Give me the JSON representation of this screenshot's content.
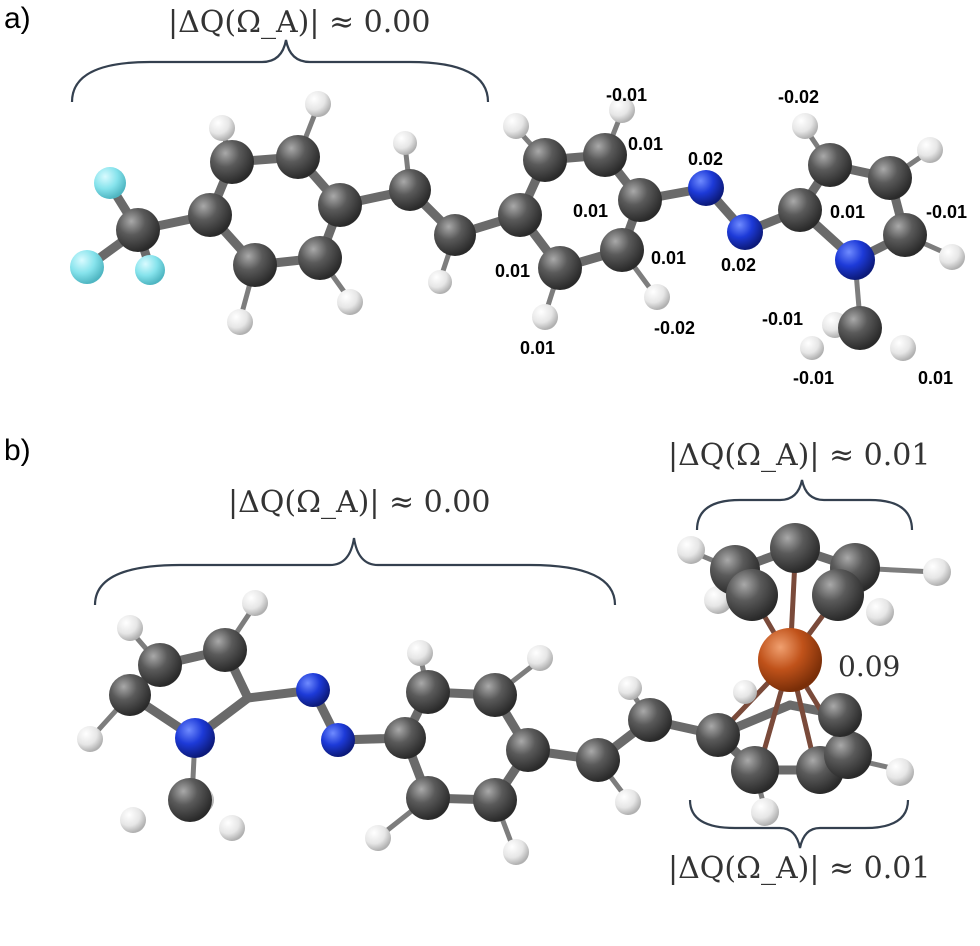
{
  "panels": [
    {
      "label": "a)",
      "annotations": [
        "|ΔQ(Ω_A)| ≈ 0.00"
      ],
      "charges": [
        "-0.01",
        "0.01",
        "0.02",
        "-0.02",
        "0.01",
        "0.01",
        "-0.01",
        "0.01",
        "0.01",
        "0.02",
        "-0.01",
        "0.01",
        "-0.02",
        "-0.01",
        "0.01"
      ]
    },
    {
      "label": "b)",
      "annotations": [
        "|ΔQ(Ω_A)| ≈ 0.00",
        "|ΔQ(Ω_A)| ≈ 0.01",
        "|ΔQ(Ω_A)| ≈ 0.01"
      ],
      "fe_charge": "0.09"
    }
  ],
  "colors": {
    "carbon": "#4a4a4a",
    "hydrogen": "#e8e8e8",
    "nitrogen": "#1f3fd6",
    "fluorine": "#7fe0e8",
    "iron": "#c0521a",
    "brace": "#34404f"
  }
}
